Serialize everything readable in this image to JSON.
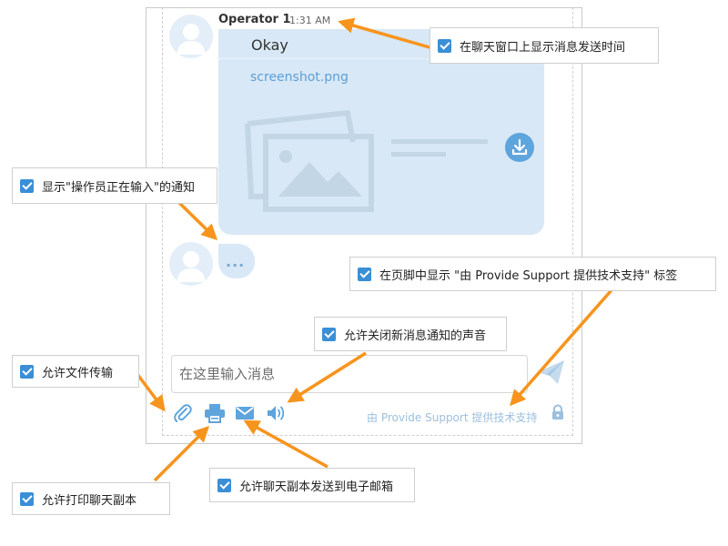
{
  "chat": {
    "operator_name": "Operator 1",
    "message_time": "1:31 AM",
    "message_text": "Okay",
    "file_name": "screenshot.png",
    "typing_indicator": "...",
    "input_placeholder": "在这里输入消息",
    "footer_label": "由 Provide Support 提供技术支持",
    "icons": [
      "avatar-icon",
      "image-placeholder-icon",
      "download-icon",
      "send-icon",
      "paperclip-icon",
      "printer-icon",
      "envelope-icon",
      "speaker-icon",
      "lock-icon"
    ]
  },
  "callouts": {
    "show_time": "在聊天窗口上显示消息发送时间",
    "typing_notice": "显示\"操作员正在输入\"的通知",
    "footer_label": "在页脚中显示 \"由 Provide Support 提供技术支持\" 标签",
    "sound_toggle": "允许关闭新消息通知的声音",
    "file_transfer": "允许文件传输",
    "email_transcript": "允许聊天副本发送到电子邮箱",
    "print_transcript": "允许打印聊天副本"
  },
  "colors": {
    "accent": "#3a8fd6",
    "arrow": "#f7941d",
    "bubble": "#d8e8f6",
    "icon": "#5ea4dd"
  }
}
